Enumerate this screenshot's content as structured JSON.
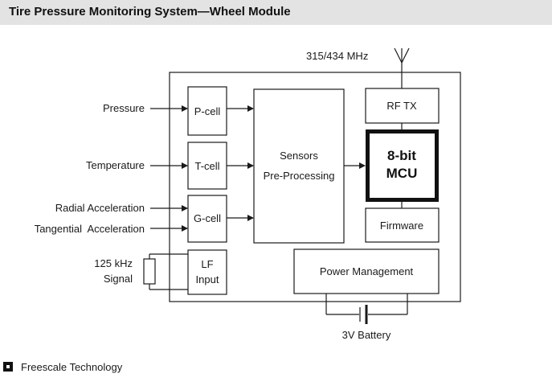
{
  "header": {
    "title": "Tire Pressure Monitoring System—Wheel Module"
  },
  "diagram": {
    "frequency": "315/434 MHz",
    "inputs": {
      "pressure": "Pressure",
      "temperature": "Temperature",
      "radial": "Radial Acceleration",
      "tangential": "Tangential  Acceleration",
      "lf_signal_line1": "125 kHz",
      "lf_signal_line2": "Signal"
    },
    "blocks": {
      "p_cell": "P-cell",
      "t_cell": "T-cell",
      "g_cell": "G-cell",
      "lf_line1": "LF",
      "lf_line2": "Input",
      "sensors_line1": "Sensors",
      "sensors_line2": "Pre-Processing",
      "rf_tx": "RF TX",
      "mcu_line1": "8-bit",
      "mcu_line2": "MCU",
      "firmware": "Firmware",
      "power": "Power Management"
    },
    "battery": "3V Battery"
  },
  "legend": {
    "label": "Freescale Technology",
    "swatch_color": "#111111"
  }
}
